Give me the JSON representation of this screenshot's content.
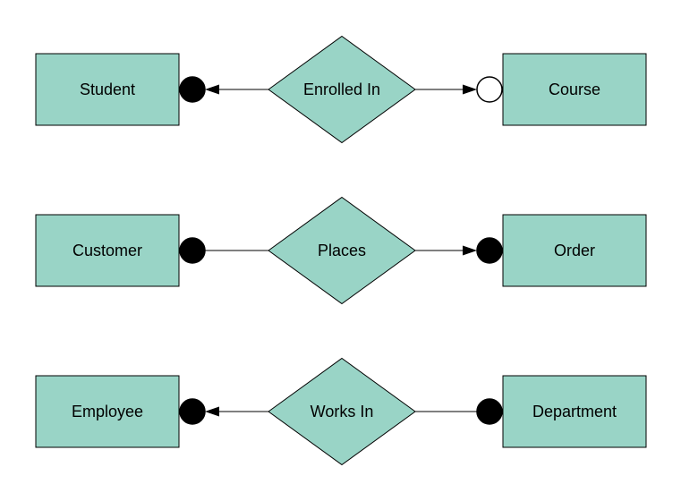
{
  "diagram": {
    "type": "entity-relationship",
    "colors": {
      "shape_fill": "#99d4c6",
      "shape_stroke": "#000000",
      "connector": "#000000",
      "text": "#000000",
      "filled_terminator": "#000000",
      "open_terminator": "#ffffff"
    },
    "rows": [
      {
        "left_entity": "Student",
        "relationship": "Enrolled In",
        "right_entity": "Course",
        "left_terminator": "filled-circle",
        "left_terminator_fill": "#000000",
        "left_arrow": "toward-left-entity",
        "right_terminator": "open-circle",
        "right_terminator_fill": "#ffffff",
        "right_arrow": "toward-right-entity"
      },
      {
        "left_entity": "Customer",
        "relationship": "Places",
        "right_entity": "Order",
        "left_terminator": "filled-circle",
        "left_terminator_fill": "#000000",
        "left_arrow": "none",
        "right_terminator": "filled-circle",
        "right_terminator_fill": "#000000",
        "right_arrow": "toward-right-entity"
      },
      {
        "left_entity": "Employee",
        "relationship": "Works In",
        "right_entity": "Department",
        "left_terminator": "filled-circle",
        "left_terminator_fill": "#000000",
        "left_arrow": "toward-left-entity",
        "right_terminator": "filled-circle",
        "right_terminator_fill": "#000000",
        "right_arrow": "none"
      }
    ]
  }
}
